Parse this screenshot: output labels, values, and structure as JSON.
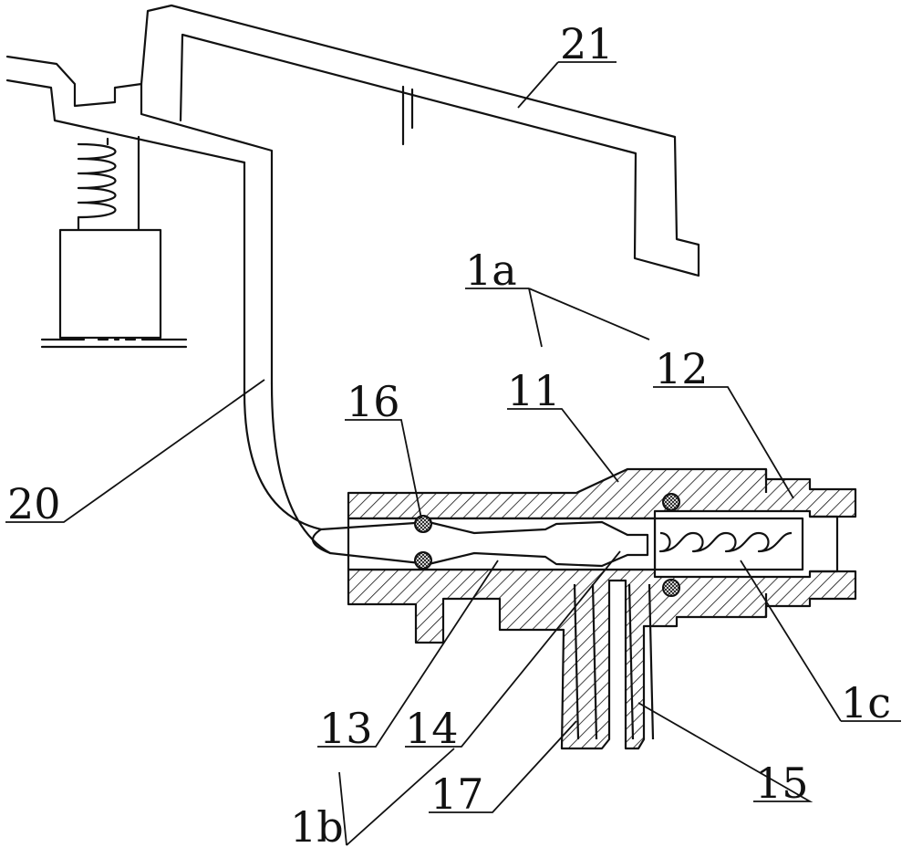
{
  "labels": {
    "l21": "21",
    "l1a": "1a",
    "l11": "11",
    "l12": "12",
    "l16": "16",
    "l20": "20",
    "l13": "13",
    "l14": "14",
    "l1b": "1b",
    "l17": "17",
    "l15": "15",
    "l1c": "1c"
  },
  "colors": {
    "ink": "#111111",
    "paper": "#ffffff"
  }
}
